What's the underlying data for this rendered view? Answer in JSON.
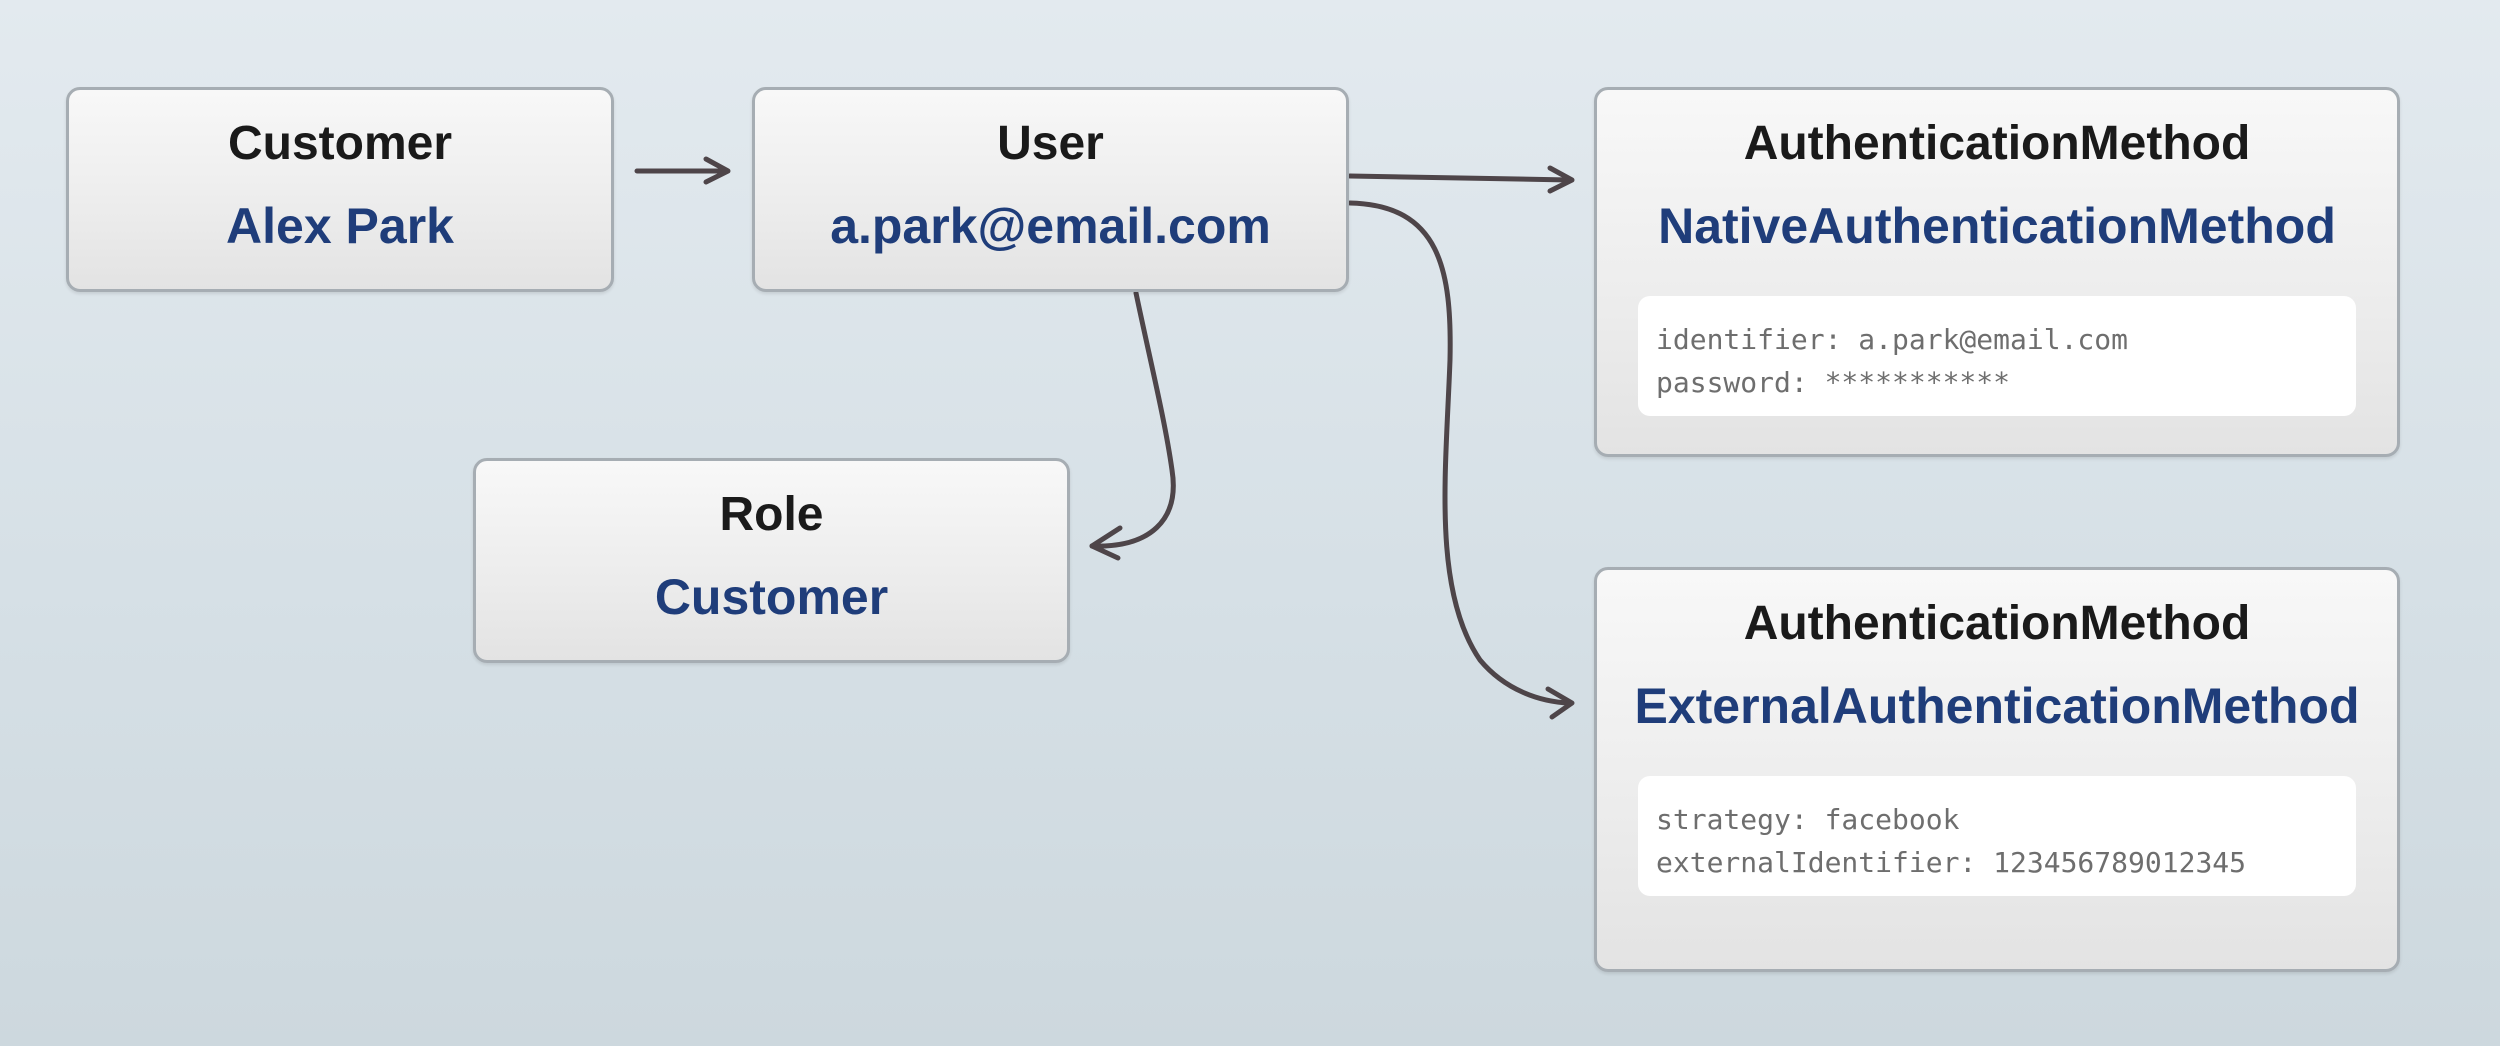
{
  "nodes": {
    "customer": {
      "title": "Customer",
      "value": "Alex Park"
    },
    "user": {
      "title": "User",
      "value": "a.park@email.com"
    },
    "role": {
      "title": "Role",
      "value": "Customer"
    },
    "native_auth": {
      "title": "AuthenticationMethod",
      "value": "NativeAuthenticationMethod",
      "properties": [
        "identifier: a.park@email.com",
        "password: ***********"
      ]
    },
    "external_auth": {
      "title": "AuthenticationMethod",
      "value": "ExternalAuthenticationMethod",
      "properties": [
        "strategy: facebook",
        "externalIdentifier: 123456789012345"
      ]
    }
  },
  "edges": [
    {
      "from": "customer",
      "to": "user"
    },
    {
      "from": "user",
      "to": "native_auth"
    },
    {
      "from": "user",
      "to": "role"
    },
    {
      "from": "user",
      "to": "external_auth"
    }
  ],
  "colors": {
    "title": "#1a1a1a",
    "value": "#1f3d7a",
    "edge": "#4e4549",
    "border": "#a6adb3"
  }
}
